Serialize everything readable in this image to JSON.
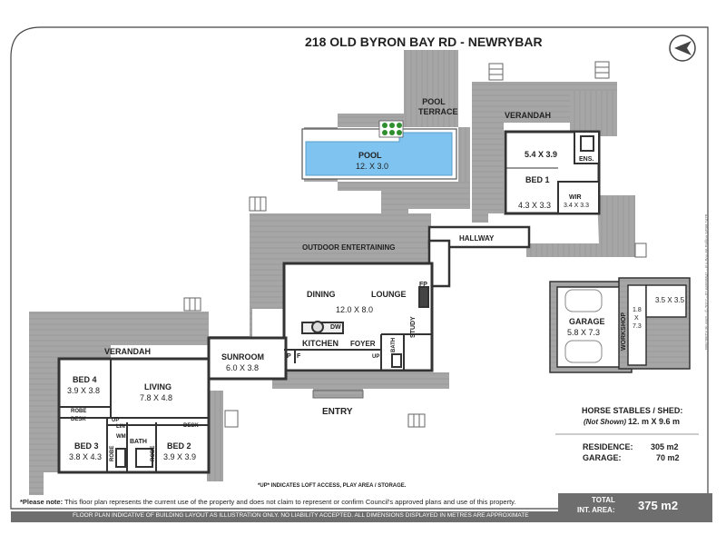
{
  "title": "218 OLD BYRON BAY RD - NEWRYBAR",
  "rooms": {
    "pool_terrace": "POOL TERRACE",
    "pool": "POOL",
    "pool_size": "12. X 3.0",
    "verandah_top": "VERANDAH",
    "master_size": "5.4 X 3.9",
    "ens": "ENS.",
    "bed1": "BED 1",
    "bed1_size": "4.3 X 3.3",
    "wir": "WIR",
    "wir_size": "3.4 X 3.3",
    "hallway": "HALLWAY",
    "outdoor_entertaining": "OUTDOOR ENTERTAINING",
    "dining": "DINING",
    "lounge": "LOUNGE",
    "dining_size": "12.0 X 8.0",
    "fp": "FP",
    "dw": "DW",
    "kitchen": "KITCHEN",
    "foyer": "FOYER",
    "study": "STUDY",
    "bath_small": "BATH",
    "up_foyer": "UP",
    "p": "P",
    "f": "F",
    "sunroom": "SUNROOM",
    "sunroom_size": "6.0 X 3.8",
    "verandah_left": "VERANDAH",
    "bed4": "BED 4",
    "bed4_size": "3.9 X 3.8",
    "living": "LIVING",
    "living_size": "7.8 X 4.8",
    "robe1": "ROBE",
    "desk1": "DESK",
    "up_lower": "UP",
    "lin": "LIN",
    "wm": "WM",
    "desk2": "DESK",
    "bed3": "BED 3",
    "bed3_size": "3.8 X 4.3",
    "robe2": "ROBE",
    "bath": "BATH",
    "robe3": "ROBE",
    "bed2": "BED 2",
    "bed2_size": "3.9 X 3.9",
    "entry": "ENTRY",
    "garage": "GARAGE",
    "garage_size": "5.8 X 7.3",
    "workshop": "WORKSHOP",
    "workshop_w": "1.8",
    "workshop_x": "X",
    "workshop_l": "7.3",
    "shed_size": "3.5 X 3.5"
  },
  "info": {
    "stables_label": "HORSE STABLES / SHED:",
    "not_shown": "(Not Shown)",
    "stables_size": "12. m X 9.6 m",
    "residence_label": "RESIDENCE:",
    "residence_value": "305 m2",
    "garage_label": "GARAGE:",
    "garage_value": "70 m2",
    "up_note": "*UP* INDICATES LOFT ACCESS, PLAY AREA / STORAGE.",
    "please_note_label": "*Please note:",
    "please_note_text": " This floor plan represents the current use of the property and does not claim to represent or confirm Council's approved plans and use of this property.",
    "disclaimer": "FLOOR PLAN INDICATIVE OF BUILDING LAYOUT AS ILLUSTRATION ONLY. NO LIABILITY ACCEPTED. ALL DIMENSIONS DISPLAYED IN METRES ARE APPROXIMATE",
    "total_label_1": "TOTAL",
    "total_label_2": "INT. AREA:",
    "total_value": "375 m2",
    "copyright": "PRIORITY PLANS - © 2012 - 02 66858841 - P.o Box 66 Ballina NSW 2478"
  },
  "compass": "compass-arrow-icon",
  "colors": {
    "deck": "#a6a6a6",
    "wall": "#333333",
    "pool": "#7fc4f0",
    "floor": "#ffffff",
    "bar": "#6e6e6e"
  }
}
